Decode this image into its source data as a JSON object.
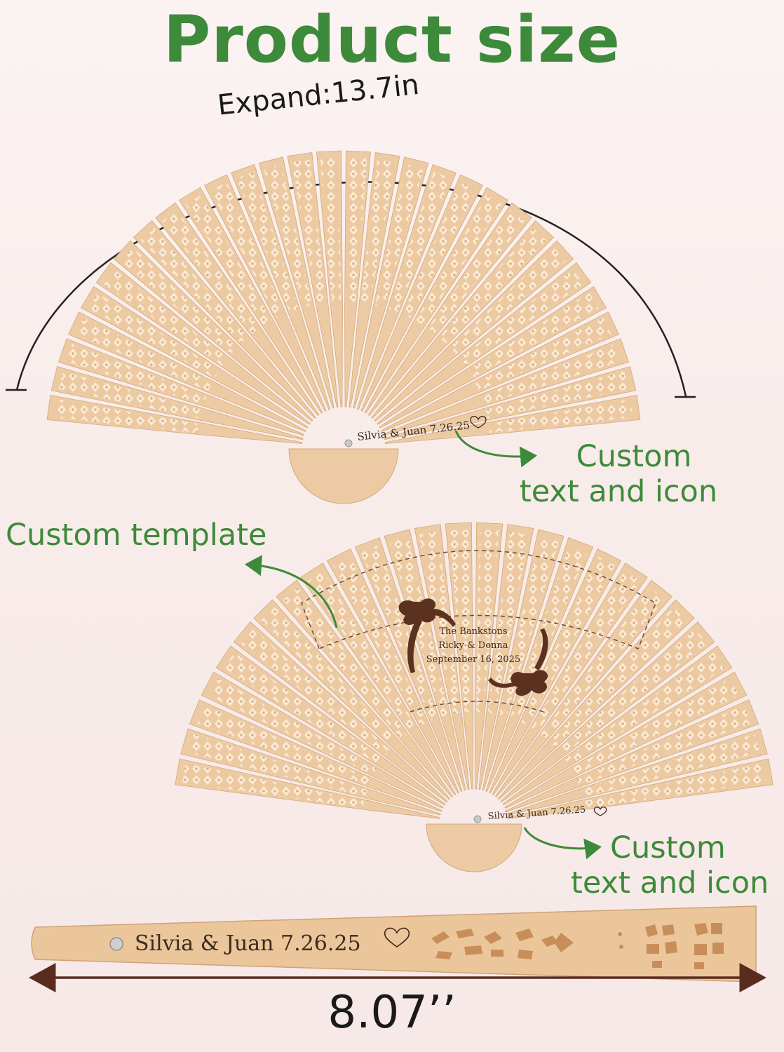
{
  "title": "Product size",
  "expand_label": "Expand:13.7in",
  "callouts": {
    "custom_text_icon_1": [
      "Custom",
      "text and icon"
    ],
    "custom_template": "Custom template",
    "custom_text_icon_2": [
      "Custom",
      "text and icon"
    ]
  },
  "engraving": {
    "handle_text": "Silvia & Juan 7.26.25",
    "template_lines": [
      "The Bankstons",
      "Ricky & Donna",
      "September 16, 2025"
    ]
  },
  "length_label": "8.07’’",
  "colors": {
    "accent": "#3d8a3a",
    "wood": "#ecc9a0",
    "wood_dark": "#d9ae7f",
    "engraving": "#3b2a1e"
  }
}
